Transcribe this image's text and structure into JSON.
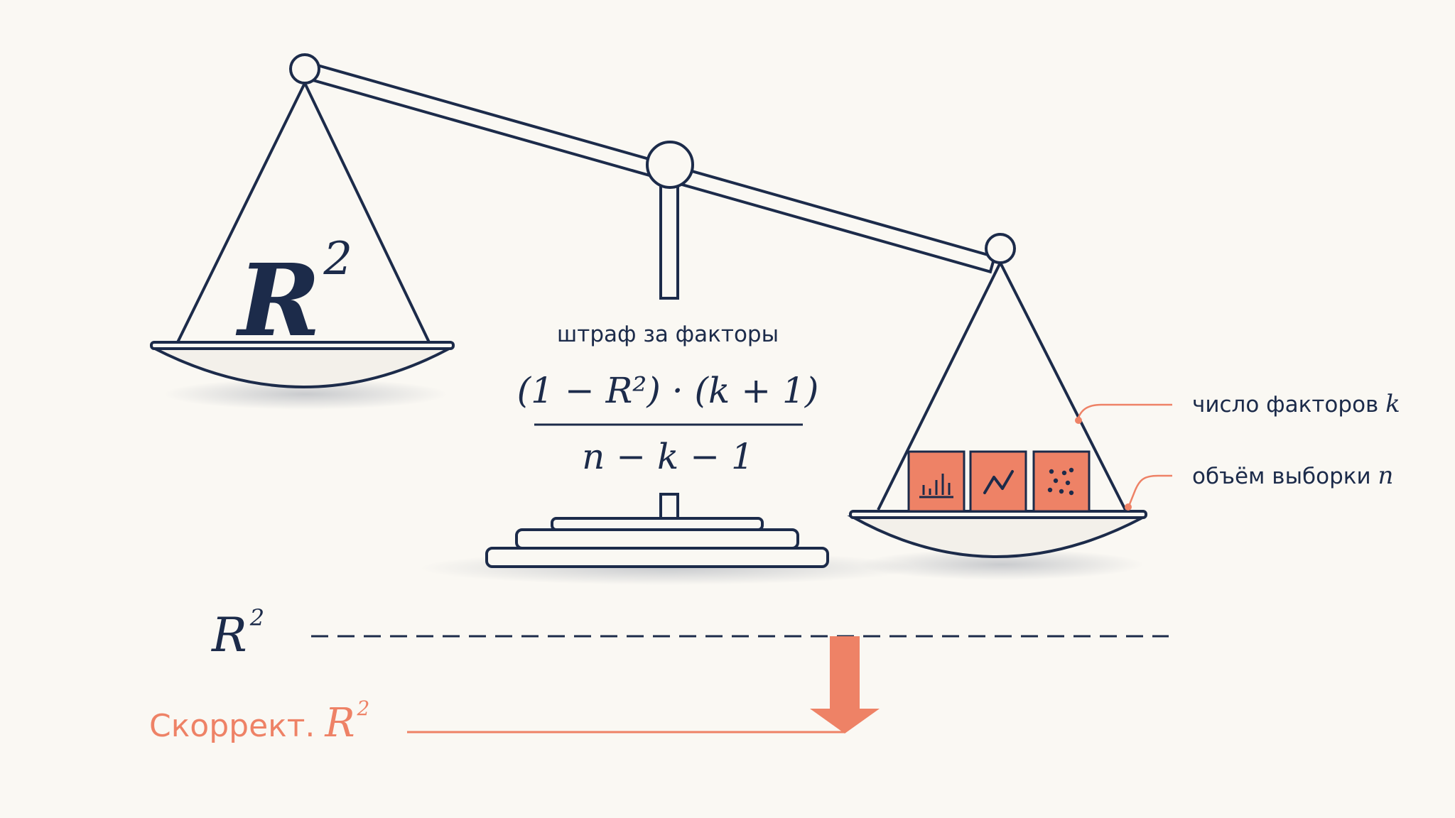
{
  "left_pan": {
    "symbol": "R",
    "exponent": "2"
  },
  "penalty": {
    "caption": "штраф за факторы",
    "numerator": "(1 − R²) · (k + 1)",
    "denominator": "n − k − 1"
  },
  "annotations": {
    "factors_text": "число факторов ",
    "factors_var": "k",
    "sample_text": "объём выборки ",
    "sample_var": "n"
  },
  "comparison": {
    "r2_symbol": "R",
    "r2_exponent": "2",
    "adjusted_text": "Скоррект. ",
    "adjusted_symbol": "R",
    "adjusted_exponent": "2"
  },
  "colors": {
    "ink": "#1c2b4a",
    "accent": "#ee8266",
    "background": "#faf8f3"
  },
  "icons": [
    "bar-chart-icon",
    "line-chart-icon",
    "scatter-plot-icon"
  ]
}
